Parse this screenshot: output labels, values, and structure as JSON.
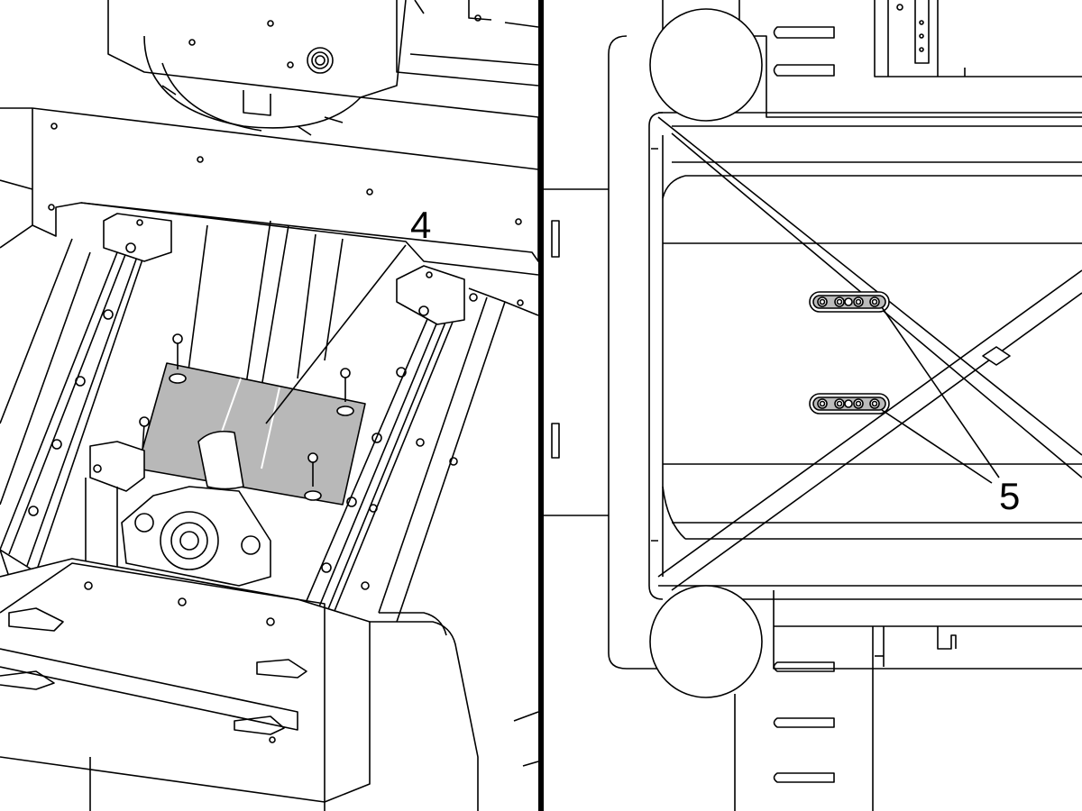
{
  "callouts": [
    {
      "label": "4",
      "part": "plate"
    },
    {
      "label": "5",
      "part": "adjustment-slots"
    }
  ],
  "colors": {
    "line": "#000000",
    "background": "#ffffff",
    "plate-fill": "#b8b8b8",
    "divider": "#000000"
  }
}
